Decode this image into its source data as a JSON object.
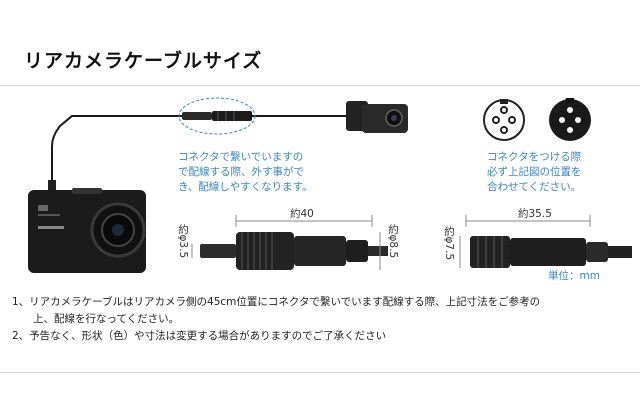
{
  "title": "リアカメラケーブルサイズ",
  "notes": {
    "connector_note": [
      "コネクタで繋いでいますの",
      "で配線する際、外す事がで",
      "き、配線しやすくなります。"
    ],
    "pin_note": [
      "コネクタをつける際",
      "必ず上記図の位置を",
      "合わせてください。"
    ]
  },
  "dimensions": {
    "left_length": "約40",
    "left_dia_small": "約φ3.5",
    "left_dia_large": "約φ8.5",
    "right_length": "約35.5",
    "right_dia": "約φ7.5",
    "unit": "単位：mm"
  },
  "footnotes": [
    "1、リアカメラケーブルはリアカメラ側の45cm位置にコネクタで繋いでいます配線する際、上記寸法をご参考の",
    "　　上、配線を行なってください。",
    "2、予告なく、形状（色）や寸法は変更する場合がありますのでご了承ください"
  ],
  "colors": {
    "accent": "#3a86c8",
    "frame": "#d6d6d6"
  }
}
